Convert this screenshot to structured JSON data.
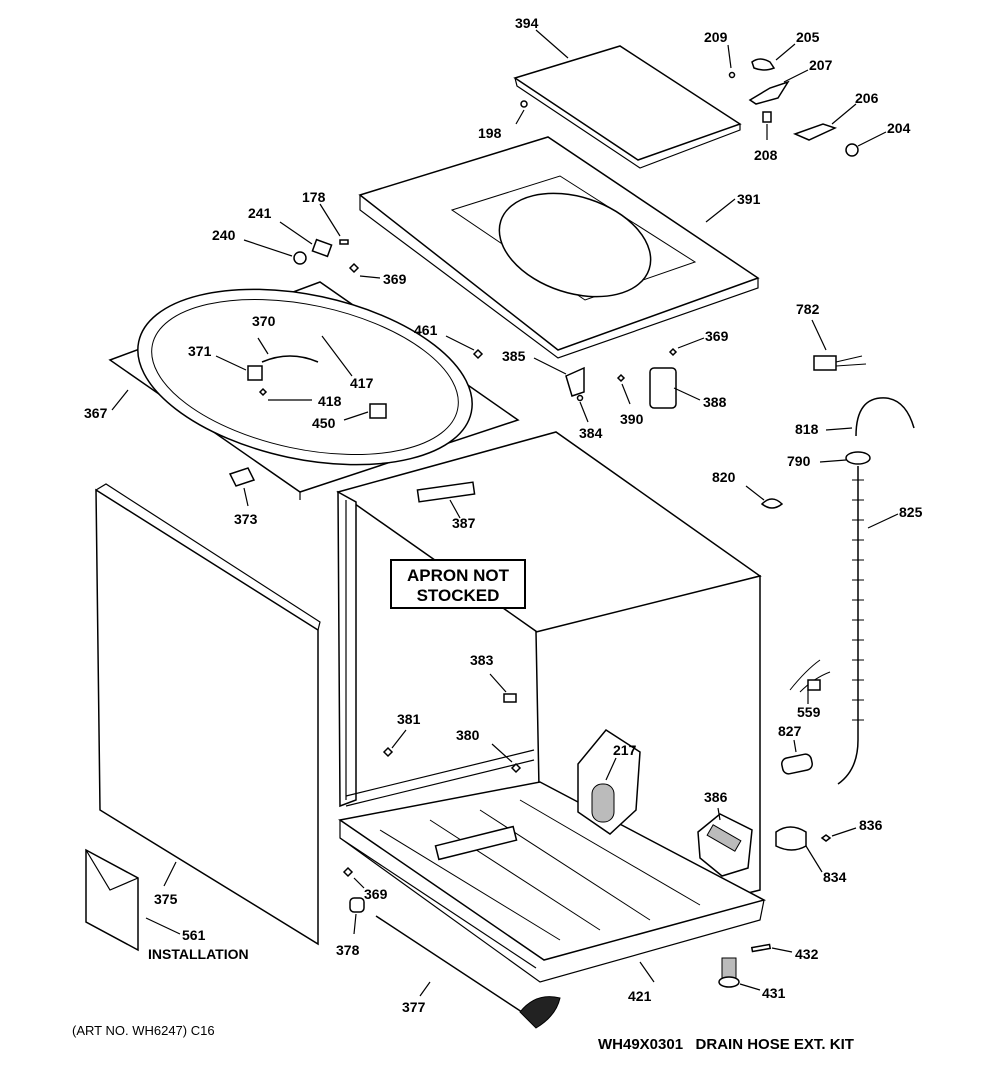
{
  "callouts": {
    "c394": "394",
    "c209": "209",
    "c205": "205",
    "c207": "207",
    "c206": "206",
    "c204": "204",
    "c208": "208",
    "c198": "198",
    "c391": "391",
    "c178": "178",
    "c241": "241",
    "c240": "240",
    "c369a": "369",
    "c370": "370",
    "c371": "371",
    "c417": "417",
    "c418": "418",
    "c450": "450",
    "c367": "367",
    "c461": "461",
    "c385": "385",
    "c369b": "369",
    "c388": "388",
    "c384": "384",
    "c390": "390",
    "c782": "782",
    "c818": "818",
    "c790": "790",
    "c820": "820",
    "c825": "825",
    "c373": "373",
    "c387": "387",
    "c383": "383",
    "c381": "381",
    "c380": "380",
    "c217": "217",
    "c559": "559",
    "c827": "827",
    "c386": "386",
    "c836": "836",
    "c834": "834",
    "c375": "375",
    "c561": "561",
    "c369c": "369",
    "c378": "378",
    "c432": "432",
    "c431": "431",
    "c377": "377",
    "c421": "421"
  },
  "texts": {
    "apron_line1": "APRON NOT",
    "apron_line2": "STOCKED",
    "installation": "INSTALLATION",
    "art_no": "(ART NO. WH6247) C16",
    "kit": "WH49X0301   DRAIN HOSE EXT. KIT"
  }
}
